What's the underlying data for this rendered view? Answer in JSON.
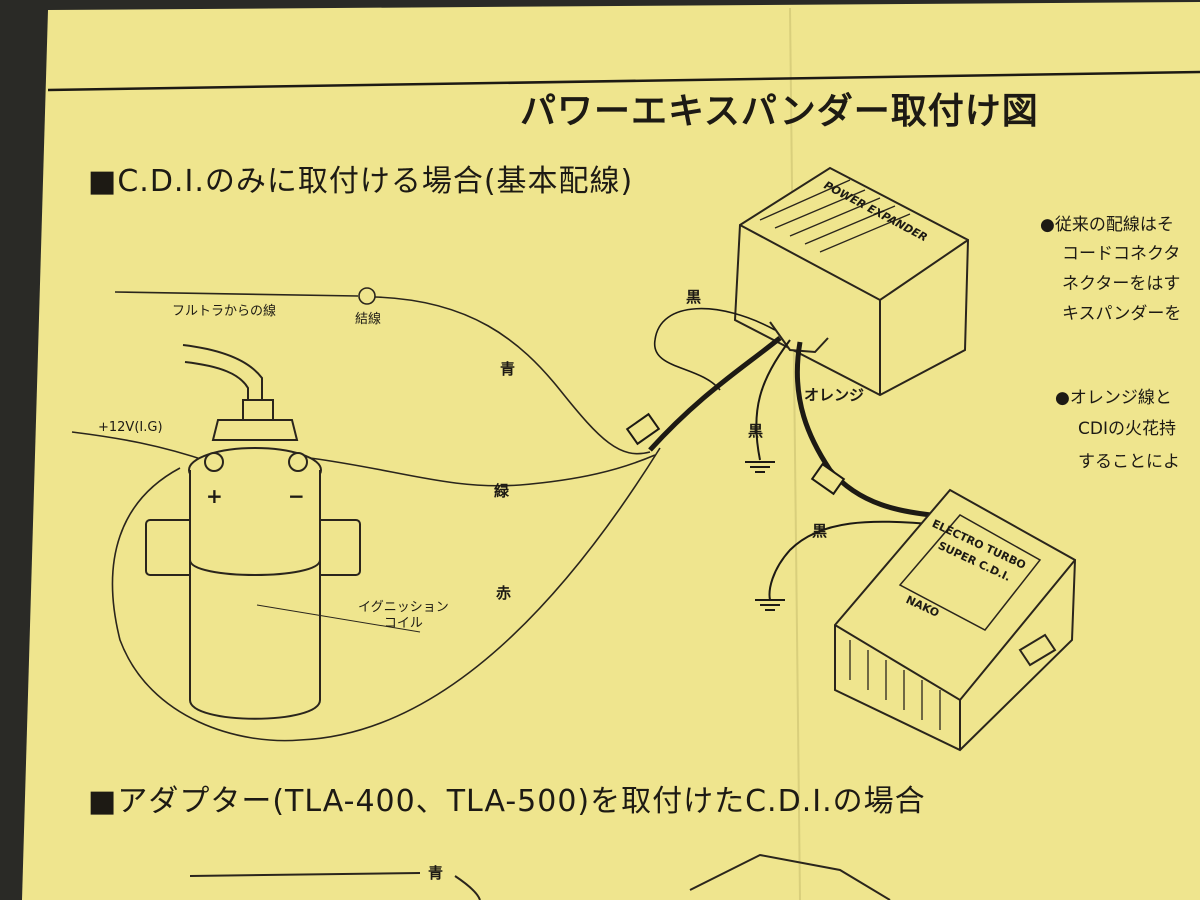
{
  "document": {
    "title": "パワーエキスパンダー取付け図",
    "section1_heading": "■C.D.I.のみに取付ける場合(基本配線)",
    "section2_heading": "■アダプター(TLA-400、TLA-500)を取付けたC.D.I.の場合"
  },
  "diagram": {
    "labels": {
      "from_full_transistor": "フルトラからの線",
      "junction": "結線",
      "plus_12v": "+12V(I.G)",
      "ignition_coil": "イグニッション\nコイル",
      "plus_sign": "+",
      "minus_sign": "−",
      "blue": "青",
      "green": "緑",
      "red": "赤",
      "black_top": "黒",
      "black_ground": "黒",
      "black_cdi": "黒",
      "orange": "オレンジ",
      "blue_bottom": "青"
    },
    "devices": {
      "power_expander_brand": "POWER EXPANDER",
      "cdi_brand_line1": "ELECTRO TURBO",
      "cdi_brand_line2": "SUPER C.D.I.",
      "cdi_maker": "NAKO"
    }
  },
  "notes": {
    "note1_lines": [
      "●従来の配線はそ",
      "コードコネクタ",
      "ネクターをはす",
      "キスパンダーを"
    ],
    "note2_lines": [
      "●オレンジ線と",
      "CDIの火花持",
      "することによ"
    ]
  },
  "colors": {
    "paper": "#f0e690",
    "ink": "#1d1a14"
  }
}
